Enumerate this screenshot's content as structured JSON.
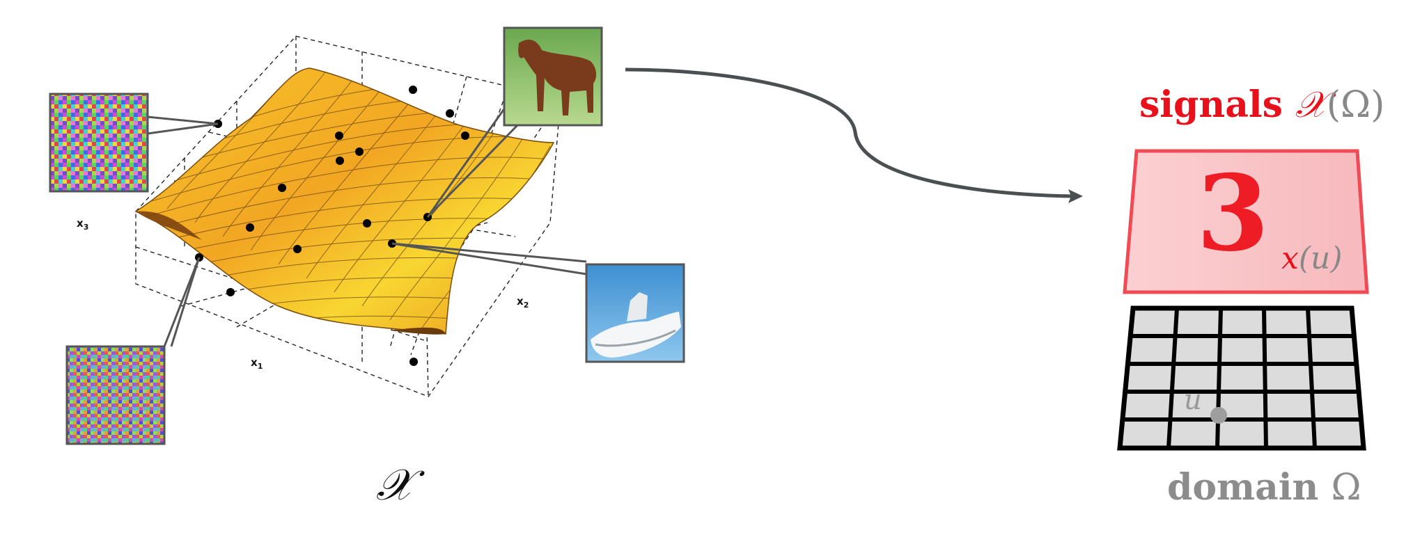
{
  "manifold": {
    "space_symbol": "𝒳",
    "axis_labels": [
      {
        "name": "x",
        "sub": "3"
      },
      {
        "name": "x",
        "sub": "2"
      },
      {
        "name": "x",
        "sub": "1"
      }
    ],
    "surface_color": "#f5b820",
    "point_color": "#000000",
    "samples": [
      "noise-image",
      "horse-image",
      "boat-image",
      "noise-image"
    ]
  },
  "mapping_arrow": {
    "color": "#4a4f52"
  },
  "signal_panel": {
    "title_word": "signals",
    "title_space": "𝒳",
    "title_domain": "(Ω)",
    "digit": "3",
    "value_func": "x",
    "value_arg": "(u)",
    "panel_fill": "#f9c6c8",
    "panel_stroke": "#f04a55"
  },
  "domain_grid": {
    "rows": 5,
    "cols": 5,
    "point_label": "u",
    "title_word": "domain",
    "title_symbol": "Ω",
    "cell_color": "#dcdcdc"
  }
}
